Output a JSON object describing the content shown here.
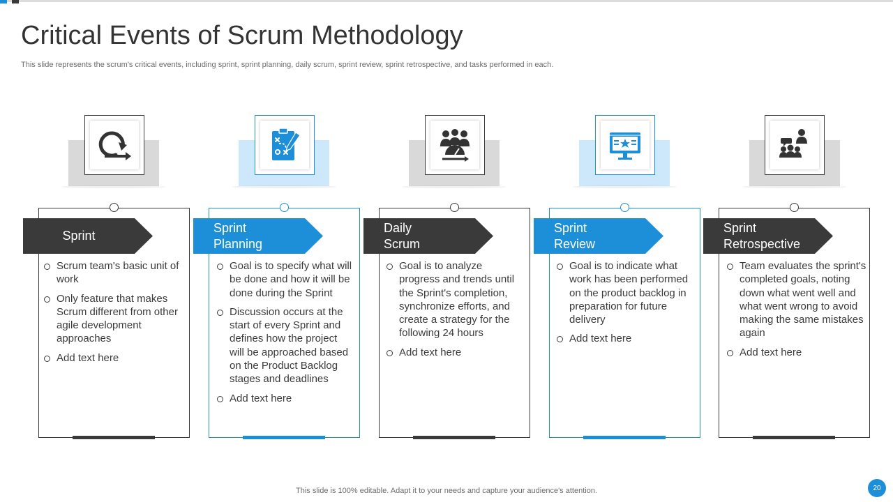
{
  "slide": {
    "title": "Critical Events of Scrum Methodology",
    "subtitle": "This slide represents the scrum's critical events, including sprint, sprint planning, daily scrum, sprint review, sprint retrospective, and tasks performed in each.",
    "footer": "This slide is 100% editable. Adapt it to your needs and capture your audience's attention.",
    "page_number": "20"
  },
  "colors": {
    "accent": "#1d8fd9",
    "dark": "#3a3a3a",
    "light_blue": "#cce8fa",
    "light_gray": "#d9d9d9"
  },
  "events": [
    {
      "label_line1": "Sprint",
      "label_line2": "",
      "icon": "cycle-arrow-icon",
      "theme": "dark",
      "bullets": [
        "Scrum team's basic unit of work",
        "Only feature that makes Scrum different from other agile development approaches",
        "Add text here"
      ]
    },
    {
      "label_line1": "Sprint",
      "label_line2": "Planning",
      "icon": "strategy-clipboard-icon",
      "theme": "blue",
      "bullets": [
        "Goal is to specify what will be done and how it will be done during the Sprint",
        "Discussion occurs at the start of every Sprint and defines how the project will be approached based on the Product Backlog stages and deadlines",
        "Add text here"
      ]
    },
    {
      "label_line1": "Daily",
      "label_line2": "Scrum",
      "icon": "team-meeting-icon",
      "theme": "dark",
      "bullets": [
        "Goal is to analyze progress and trends until the Sprint's completion, synchronize efforts, and create a strategy for the following 24 hours",
        "Add text here"
      ]
    },
    {
      "label_line1": "Sprint",
      "label_line2": "Review",
      "icon": "monitor-review-icon",
      "theme": "blue",
      "bullets": [
        "Goal is to indicate what work has been performed on the product backlog in preparation for future delivery",
        "Add text here"
      ]
    },
    {
      "label_line1": "Sprint",
      "label_line2": "Retrospective",
      "icon": "team-feedback-icon",
      "theme": "dark",
      "bullets": [
        "Team evaluates the sprint's completed goals, noting down what went well and what went wrong to avoid making the same mistakes again",
        "Add text here"
      ]
    }
  ]
}
